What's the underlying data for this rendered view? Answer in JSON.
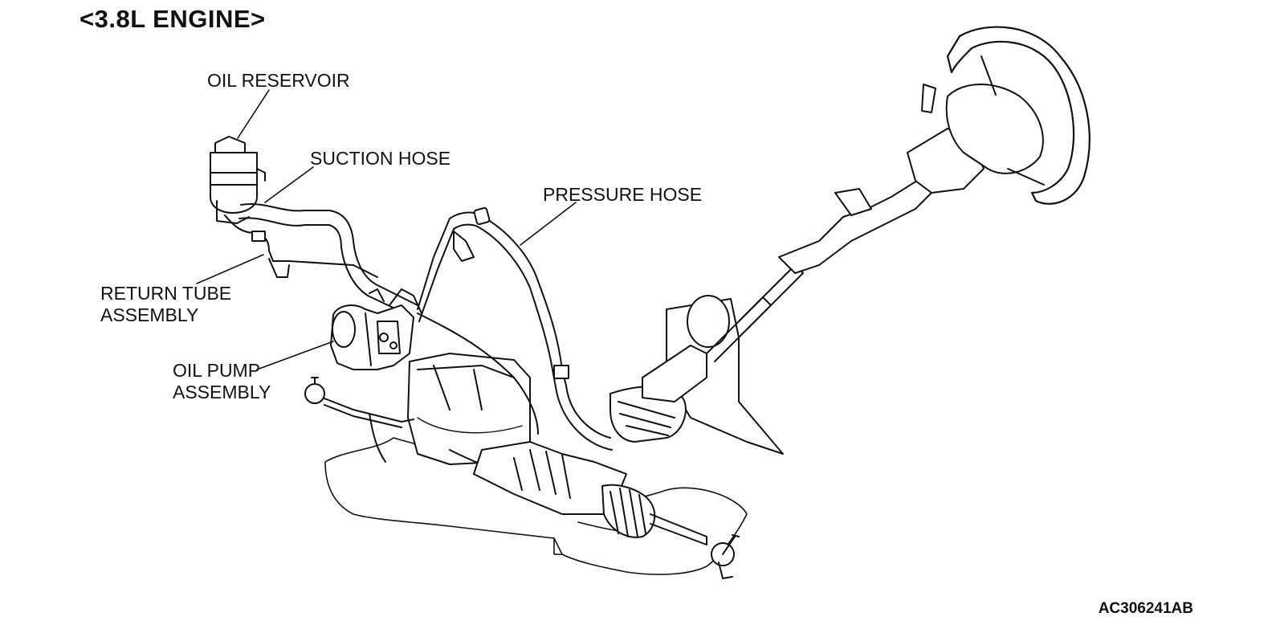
{
  "diagram": {
    "title": "<3.8L ENGINE>",
    "figure_id": "AC306241AB",
    "labels": {
      "oil_reservoir": "OIL RESERVOIR",
      "suction_hose": "SUCTION HOSE",
      "pressure_hose": "PRESSURE HOSE",
      "return_tube_line1": "RETURN TUBE",
      "return_tube_line2": "ASSEMBLY",
      "oil_pump_line1": "OIL PUMP",
      "oil_pump_line2": "ASSEMBLY"
    }
  }
}
